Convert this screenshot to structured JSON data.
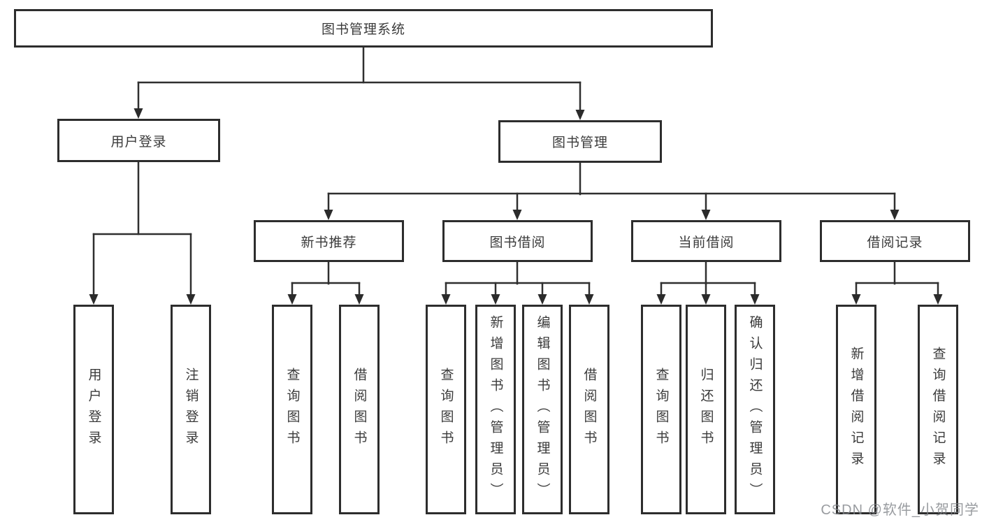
{
  "diagram_title": "图书管理系统",
  "tree": {
    "label": "图书管理系统",
    "children": [
      {
        "label": "用户登录",
        "children": [
          {
            "label": "用户登录"
          },
          {
            "label": "注销登录"
          }
        ]
      },
      {
        "label": "图书管理",
        "children": [
          {
            "label": "新书推荐",
            "children": [
              {
                "label": "查询图书"
              },
              {
                "label": "借阅图书"
              }
            ]
          },
          {
            "label": "图书借阅",
            "children": [
              {
                "label": "查询图书"
              },
              {
                "label": "新增图书（管理员）"
              },
              {
                "label": "编辑图书（管理员）"
              },
              {
                "label": "借阅图书"
              }
            ]
          },
          {
            "label": "当前借阅",
            "children": [
              {
                "label": "查询图书"
              },
              {
                "label": "归还图书"
              },
              {
                "label": "确认归还（管理员）"
              }
            ]
          },
          {
            "label": "借阅记录",
            "children": [
              {
                "label": "新增借阅记录"
              },
              {
                "label": "查询借阅记录"
              }
            ]
          }
        ]
      }
    ]
  },
  "watermark": {
    "text": "CSDN @软件_小贺同学"
  },
  "colors": {
    "background": "#ffffff",
    "line": "#2f2f2f",
    "box_border": "#2d2d2d",
    "box_text": "#3b3b3b",
    "watermark_text": "#808388"
  }
}
